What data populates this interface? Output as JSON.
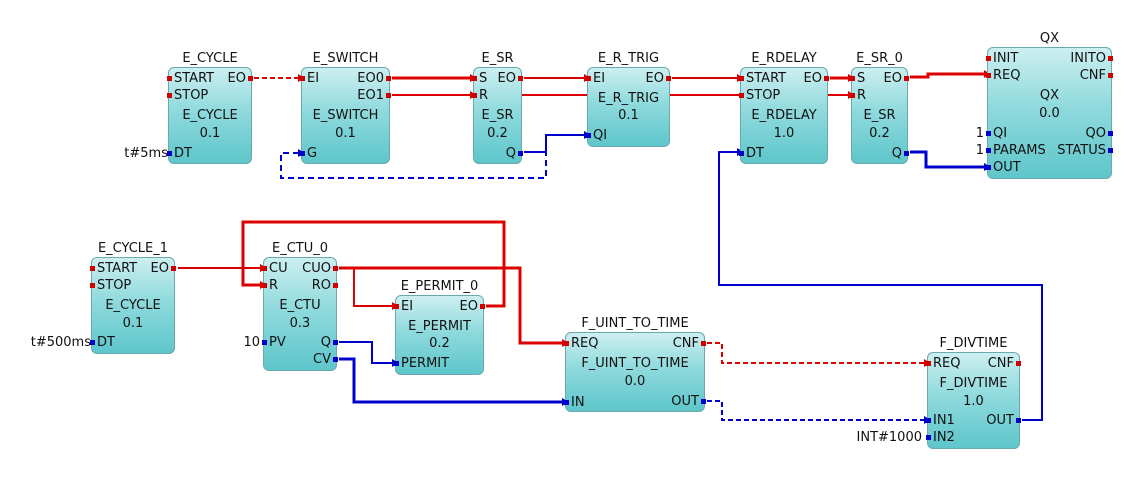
{
  "colors": {
    "event": "#dd0000",
    "data": "#0000cc",
    "block_fill": "#6cc9cd",
    "background": "#ffffff"
  },
  "blocks": {
    "e_cycle": {
      "name": "E_CYCLE",
      "type": "E_CYCLE",
      "version": "0.1",
      "inputs": [
        "START",
        "STOP",
        "DT"
      ],
      "outputs": [
        "EO"
      ]
    },
    "e_switch": {
      "name": "E_SWITCH",
      "type": "E_SWITCH",
      "version": "0.1",
      "inputs": [
        "EI",
        "G"
      ],
      "outputs": [
        "EO0",
        "EO1"
      ]
    },
    "e_sr": {
      "name": "E_SR",
      "type": "E_SR",
      "version": "0.2",
      "inputs": [
        "S",
        "R"
      ],
      "outputs": [
        "EO",
        "Q"
      ]
    },
    "e_r_trig": {
      "name": "E_R_TRIG",
      "type": "E_R_TRIG",
      "version": "0.1",
      "inputs": [
        "EI",
        "QI"
      ],
      "outputs": [
        "EO"
      ]
    },
    "e_rdelay": {
      "name": "E_RDELAY",
      "type": "E_RDELAY",
      "version": "1.0",
      "inputs": [
        "START",
        "STOP",
        "DT"
      ],
      "outputs": [
        "EO"
      ]
    },
    "e_sr_0": {
      "name": "E_SR_0",
      "type": "E_SR",
      "version": "0.2",
      "inputs": [
        "S",
        "R"
      ],
      "outputs": [
        "EO",
        "Q"
      ]
    },
    "qx": {
      "name": "QX",
      "type": "QX",
      "version": "0.0",
      "inputs": [
        "INIT",
        "REQ",
        "QI",
        "PARAMS",
        "OUT"
      ],
      "outputs": [
        "INITO",
        "CNF",
        "QO",
        "STATUS"
      ]
    },
    "e_cycle_1": {
      "name": "E_CYCLE_1",
      "type": "E_CYCLE",
      "version": "0.1",
      "inputs": [
        "START",
        "STOP",
        "DT"
      ],
      "outputs": [
        "EO"
      ]
    },
    "e_ctu_0": {
      "name": "E_CTU_0",
      "type": "E_CTU",
      "version": "0.3",
      "inputs": [
        "CU",
        "R",
        "PV"
      ],
      "outputs": [
        "CUO",
        "RO",
        "Q",
        "CV"
      ]
    },
    "e_permit_0": {
      "name": "E_PERMIT_0",
      "type": "E_PERMIT",
      "version": "0.2",
      "inputs": [
        "EI",
        "PERMIT"
      ],
      "outputs": [
        "EO"
      ]
    },
    "f_uint_to_time": {
      "name": "F_UINT_TO_TIME",
      "type": "F_UINT_TO_TIME",
      "version": "0.0",
      "inputs": [
        "REQ",
        "IN"
      ],
      "outputs": [
        "CNF",
        "OUT"
      ]
    },
    "f_divtime": {
      "name": "F_DIVTIME",
      "type": "F_DIVTIME",
      "version": "1.0",
      "inputs": [
        "REQ",
        "IN1",
        "IN2"
      ],
      "outputs": [
        "CNF",
        "OUT"
      ]
    }
  },
  "parameters": {
    "e_cycle_dt": "t#5ms",
    "qx_qi": "1",
    "qx_params": "1",
    "e_cycle_1_dt": "t#500ms",
    "e_ctu_0_pv": "10",
    "f_divtime_in2": "INT#1000"
  }
}
